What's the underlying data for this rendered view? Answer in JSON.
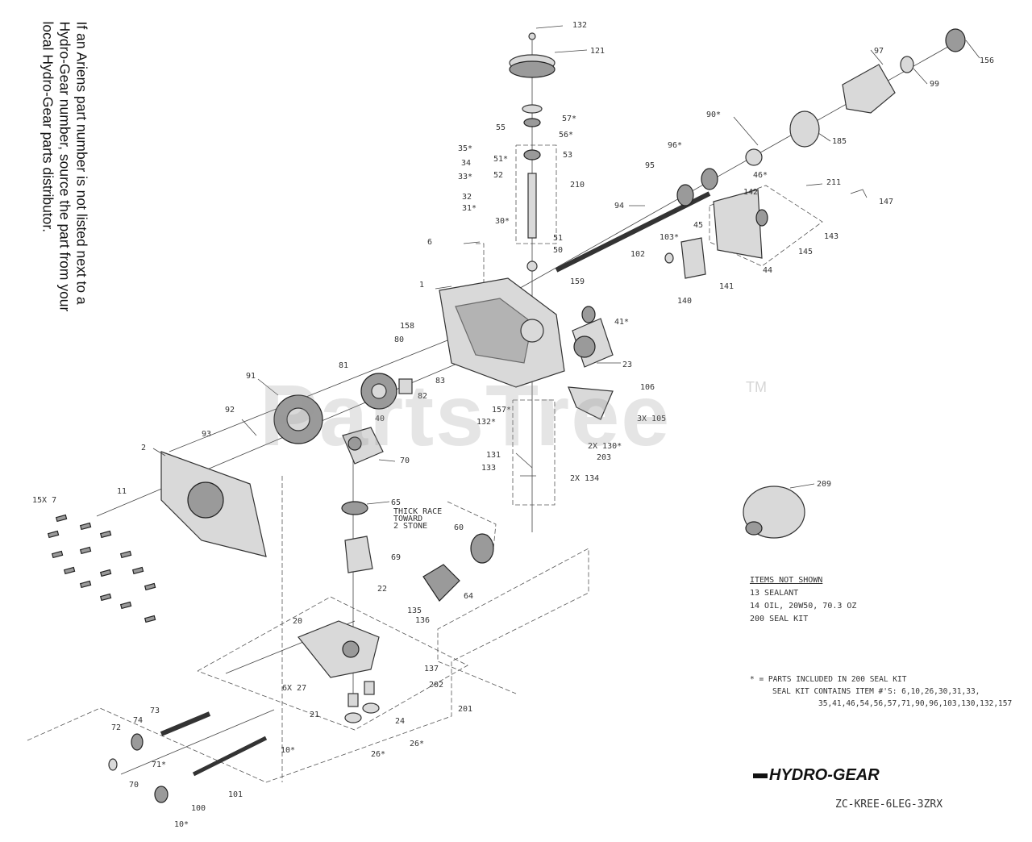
{
  "note_rotated": "If an Ariens part number is not listed next to a Hydro-Gear number, source the part from your local Hydro-Gear parts distributor.",
  "watermark": "PartsTree",
  "watermark_tm": "TM",
  "items_not_shown": {
    "heading": "ITEMS NOT SHOWN",
    "lines": [
      "13 SEALANT",
      "14 OIL, 20W50, 70.3 OZ",
      "200 SEAL KIT"
    ]
  },
  "seal_note": {
    "line1": "* = PARTS INCLUDED IN 200 SEAL KIT",
    "line2": "SEAL KIT CONTAINS ITEM #'S: 6,10,26,30,31,33,",
    "line3": "35,41,46,54,56,57,71,90,96,103,130,132,157"
  },
  "brand": "HYDRO-GEAR",
  "model_code": "ZC-KREE-6LEG-3ZRX",
  "callouts": [
    {
      "text": "132"
    },
    {
      "text": "121"
    },
    {
      "text": "57*"
    },
    {
      "text": "55"
    },
    {
      "text": "56*"
    },
    {
      "text": "35*"
    },
    {
      "text": "34"
    },
    {
      "text": "33*"
    },
    {
      "text": "51*"
    },
    {
      "text": "53"
    },
    {
      "text": "52"
    },
    {
      "text": "210"
    },
    {
      "text": "32"
    },
    {
      "text": "31*"
    },
    {
      "text": "30*"
    },
    {
      "text": "6"
    },
    {
      "text": "51"
    },
    {
      "text": "50"
    },
    {
      "text": "97"
    },
    {
      "text": "99"
    },
    {
      "text": "156"
    },
    {
      "text": "90*"
    },
    {
      "text": "185"
    },
    {
      "text": "96*"
    },
    {
      "text": "95"
    },
    {
      "text": "94"
    },
    {
      "text": "46*"
    },
    {
      "text": "211"
    },
    {
      "text": "142"
    },
    {
      "text": "147"
    },
    {
      "text": "45"
    },
    {
      "text": "143"
    },
    {
      "text": "103*"
    },
    {
      "text": "145"
    },
    {
      "text": "102"
    },
    {
      "text": "44"
    },
    {
      "text": "141"
    },
    {
      "text": "1"
    },
    {
      "text": "159"
    },
    {
      "text": "140"
    },
    {
      "text": "158"
    },
    {
      "text": "41*"
    },
    {
      "text": "80"
    },
    {
      "text": "23"
    },
    {
      "text": "81"
    },
    {
      "text": "83"
    },
    {
      "text": "91"
    },
    {
      "text": "82"
    },
    {
      "text": "106"
    },
    {
      "text": "40"
    },
    {
      "text": "92"
    },
    {
      "text": "157*"
    },
    {
      "text": "3X 105"
    },
    {
      "text": "132*"
    },
    {
      "text": "93"
    },
    {
      "text": "2X 130*"
    },
    {
      "text": "2"
    },
    {
      "text": "70"
    },
    {
      "text": "131"
    },
    {
      "text": "203"
    },
    {
      "text": "133"
    },
    {
      "text": "2X 134"
    },
    {
      "text": "15X 7"
    },
    {
      "text": "11"
    },
    {
      "text": "65"
    },
    {
      "text": "THICK RACE"
    },
    {
      "text": "TOWARD"
    },
    {
      "text": "2 STONE"
    },
    {
      "text": "60"
    },
    {
      "text": "69"
    },
    {
      "text": "64"
    },
    {
      "text": "209"
    },
    {
      "text": "22"
    },
    {
      "text": "135"
    },
    {
      "text": "20"
    },
    {
      "text": "136"
    },
    {
      "text": "137"
    },
    {
      "text": "202"
    },
    {
      "text": "6X 27"
    },
    {
      "text": "72"
    },
    {
      "text": "73"
    },
    {
      "text": "74"
    },
    {
      "text": "21"
    },
    {
      "text": "24"
    },
    {
      "text": "201"
    },
    {
      "text": "10*"
    },
    {
      "text": "71*"
    },
    {
      "text": "26*"
    },
    {
      "text": "26*"
    },
    {
      "text": "70"
    },
    {
      "text": "101"
    },
    {
      "text": "100"
    },
    {
      "text": "10*"
    }
  ]
}
